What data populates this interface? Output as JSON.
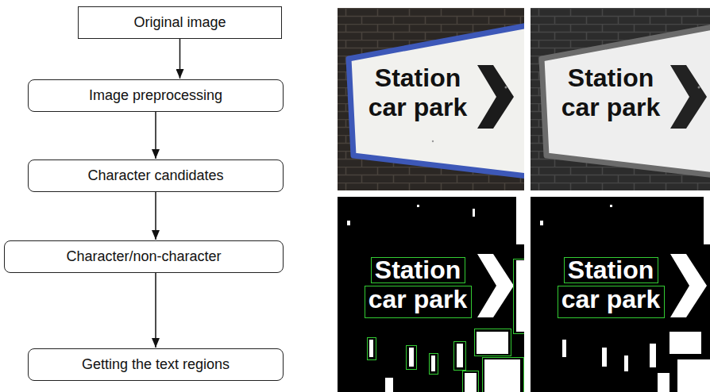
{
  "diagram": {
    "nodes": [
      {
        "text": [
          "Original image"
        ]
      },
      {
        "text": [
          "Image preprocessing"
        ]
      },
      {
        "text": [
          "Character candidates"
        ]
      },
      {
        "text": [
          "Character/non-character"
        ]
      },
      {
        "text": [
          "Getting the text regions"
        ]
      }
    ],
    "edges": [
      {
        "from": 0,
        "to": 1,
        "arrow": "to"
      },
      {
        "from": 1,
        "to": 2,
        "arrow": "to"
      },
      {
        "from": 2,
        "to": 3,
        "arrow": "to"
      },
      {
        "from": 3,
        "to": 4,
        "arrow": "to"
      }
    ],
    "labels": [
      "Station car park",
      "Station car park",
      "Station car park",
      "Station car park"
    ]
  }
}
